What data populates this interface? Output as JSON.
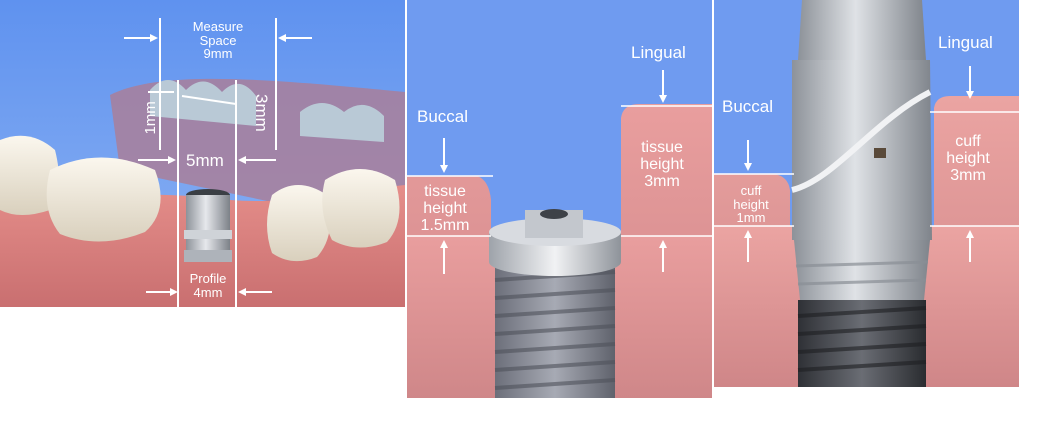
{
  "colors": {
    "sky": "#6f9bf0",
    "gum_top": "#e79c9c",
    "gum_bottom": "#cf8a8c",
    "metal": "#b8bcc4",
    "line": "#ffffff"
  },
  "panel1": {
    "measure_space": [
      "Measure",
      "Space",
      "9mm"
    ],
    "dim_1mm": "1mm",
    "dim_3mm": "3mm",
    "dim_5mm": "5mm",
    "profile": [
      "Profile",
      "4mm"
    ]
  },
  "panel2": {
    "buccal": "Buccal",
    "lingual": "Lingual",
    "buccal_tissue": [
      "tissue",
      "height",
      "1.5mm"
    ],
    "lingual_tissue": [
      "tissue",
      "height",
      "3mm"
    ]
  },
  "panel3": {
    "buccal": "Buccal",
    "lingual": "Lingual",
    "buccal_cuff": [
      "cuff",
      "height",
      "1mm"
    ],
    "lingual_cuff": [
      "cuff",
      "height",
      "3mm"
    ]
  }
}
